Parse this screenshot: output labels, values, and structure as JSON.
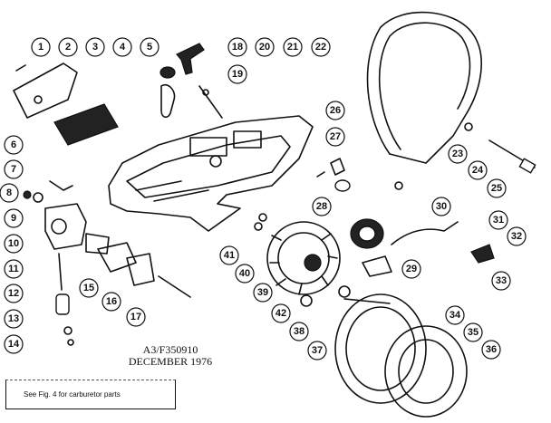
{
  "reference": {
    "line1": "A3/F350910",
    "line2": "DECEMBER 1976"
  },
  "note": "See Fig. 4 for carburetor parts",
  "callouts": [
    "1",
    "2",
    "3",
    "4",
    "5",
    "18",
    "20",
    "21",
    "22",
    "19",
    "6",
    "7",
    "8",
    "9",
    "10",
    "11",
    "12",
    "13",
    "14",
    "15",
    "16",
    "17",
    "26",
    "27",
    "28",
    "30",
    "31",
    "32",
    "33",
    "29",
    "23",
    "24",
    "25",
    "41",
    "40",
    "39",
    "42",
    "38",
    "37",
    "34",
    "35",
    "36"
  ]
}
